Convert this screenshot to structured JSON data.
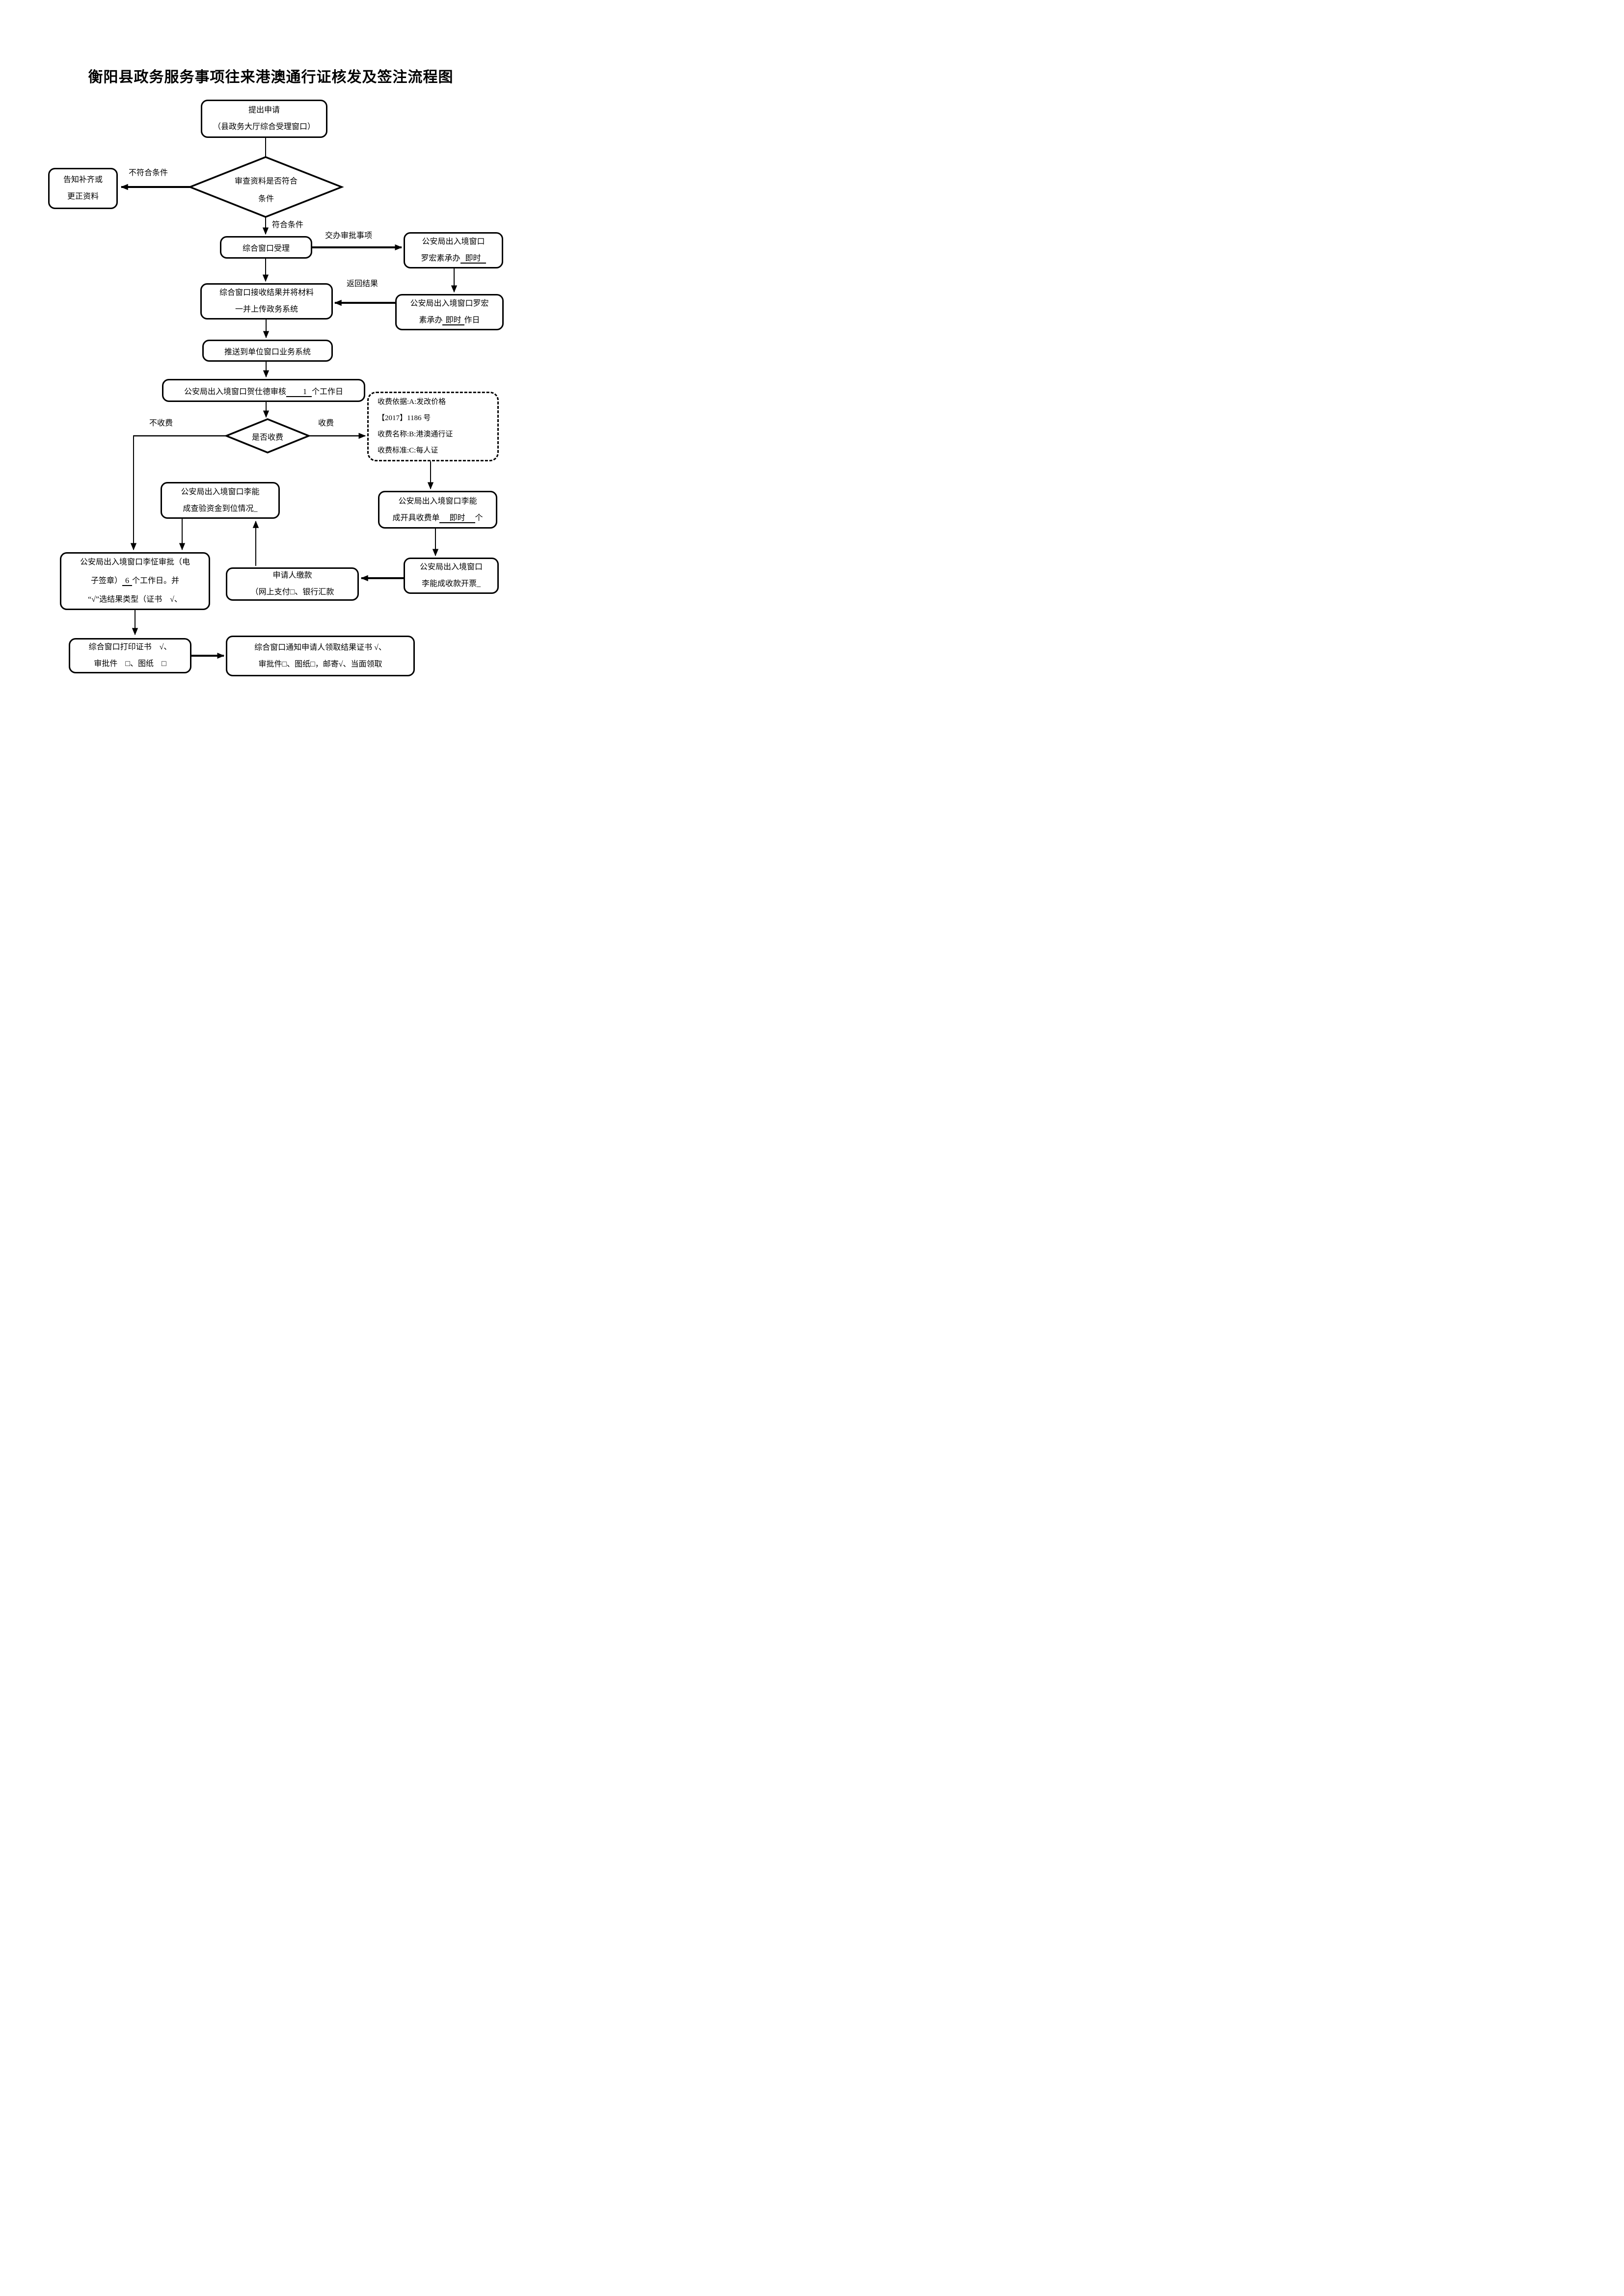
{
  "title": "衡阳县政务服务事项往来港澳通行证核发及签注流程图",
  "nodes": {
    "start": {
      "line1": "提出申请",
      "line2": "（县政务大厅综合受理窗口）"
    },
    "decision_review": {
      "line1": "审查资料是否符合",
      "line2": "条件"
    },
    "notify_correct": {
      "line1": "告知补齐或",
      "line2": "更正资料"
    },
    "window_accept": {
      "label": "综合窗口受理"
    },
    "police_handle_1": {
      "line1": "公安局出入境窗口",
      "line2_prefix": "罗宏素承办",
      "line2_underline": "即时",
      "line2_suffix": ""
    },
    "window_receive": {
      "line1": "综合窗口接收结果并将材料",
      "line2": "一并上传政务系统"
    },
    "police_handle_2": {
      "line1": "公安局出入境窗口罗宏",
      "line2_prefix": "素承办",
      "line2_underline": "即时",
      "line2_suffix": "作日"
    },
    "push_system": {
      "label": "推送到单位窗口业务系统"
    },
    "police_review": {
      "prefix": "公安局出入境窗口贺仕德审核",
      "underline": "1",
      "suffix": "个工作日"
    },
    "decision_fee": {
      "label": "是否收费"
    },
    "fee_info": {
      "line1": "收费依据:A:发改价格",
      "line2": "【2017】1186 号",
      "line3": "收费名称:B:港澳通行证",
      "line4": "收费标准:C:每人证"
    },
    "check_funds": {
      "line1": "公安局出入境窗口李能",
      "line2": "成查验资金到位情况_"
    },
    "issue_bill": {
      "line1": "公安局出入境窗口李能",
      "line2_prefix": "成开具收费单",
      "line2_underline": "即时",
      "line2_suffix": "个"
    },
    "collect_invoice": {
      "line1": "公安局出入境窗口",
      "line2": "李能成收款开票_"
    },
    "applicant_pay": {
      "line1": "申请人缴款",
      "line2": "（网上支付□、银行汇款"
    },
    "police_approve": {
      "line1": "公安局出入境窗口李怔审批（电",
      "line2_prefix": "子签章）",
      "line2_underline": "6",
      "line2_suffix": "个工作日。并",
      "line3": "“√”选结果类型（证书　√、"
    },
    "print_cert": {
      "line1": "综合窗口打印证书　√、",
      "line2": "审批件　□、图纸　□"
    },
    "notify_result": {
      "line1": "综合窗口通知申请人领取结果证书 √、",
      "line2": "审批件□、图纸□，邮寄√、当面领取"
    }
  },
  "edge_labels": {
    "not_qualified": "不符合条件",
    "qualified": "符合条件",
    "assign": "交办审批事项",
    "return_result": "返回结果",
    "no_fee": "不收费",
    "fee": "收费"
  }
}
